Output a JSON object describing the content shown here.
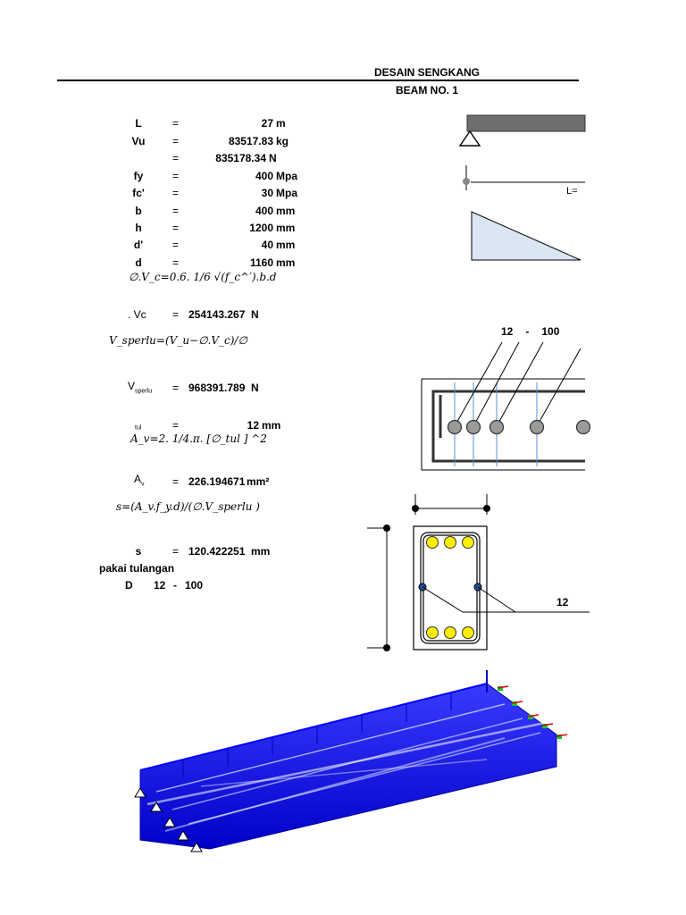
{
  "header": {
    "title": "DESAIN SENGKANG",
    "subtitle": "BEAM NO. 1"
  },
  "params": [
    {
      "label": "L",
      "eq": "=",
      "value": "27",
      "unit": "m"
    },
    {
      "label": "Vu",
      "eq": "=",
      "value": "83517.83",
      "unit": "kg"
    },
    {
      "label": "",
      "eq": "=",
      "value": "835178.34",
      "unit": "N"
    },
    {
      "label": "fy",
      "eq": "=",
      "value": "400",
      "unit": "Mpa"
    },
    {
      "label": "fc'",
      "eq": "=",
      "value": "30",
      "unit": "Mpa"
    },
    {
      "label": "b",
      "eq": "=",
      "value": "400",
      "unit": "mm"
    },
    {
      "label": "h",
      "eq": "=",
      "value": "1200",
      "unit": "mm"
    },
    {
      "label": "d'",
      "eq": "=",
      "value": "40",
      "unit": "mm"
    },
    {
      "label": "d",
      "eq": "=",
      "value": "1160",
      "unit": "mm"
    }
  ],
  "formulas": {
    "vc": "∅.V_c=0.6. 1/6 √(f_c^′).b.d",
    "vsperlu": "V_sperlu=(V_u−∅.V_c)/∅",
    "av": "A_v=2. 1/4.π. [∅_tul ] ^2",
    "s": "s=(A_v.f_y.d)/(∅.V_sperlu )"
  },
  "results": {
    "phivc": {
      "label": ". Vc",
      "glyph": "",
      "eq": "=",
      "value": "254143.267",
      "unit": "N"
    },
    "vsperlu": {
      "label": "V",
      "sub": "sperlu",
      "eq": "=",
      "value": "968391.789",
      "unit": "N"
    },
    "phitul": {
      "glyph": "",
      "sub": "tul",
      "eq": "=",
      "value": "12",
      "unit": "mm"
    },
    "av": {
      "label": "A",
      "sub": "v",
      "eq": "=",
      "value": "226.194671",
      "unit": "mm²"
    },
    "s": {
      "label": "s",
      "eq": "=",
      "value": "120.422251",
      "unit": "mm"
    }
  },
  "conclusion": {
    "text": "pakai tulangan",
    "bar": "D",
    "dia": "12",
    "dash": "-",
    "spacing": "100"
  },
  "diagram": {
    "length_label": "L=",
    "stirrup_glyph": "",
    "stirrup_dia": "12",
    "stirrup_dash": "-",
    "stirrup_spacing": "100",
    "section_glyph": "",
    "section_tie_glyph": "",
    "section_tie_dia": "12"
  },
  "colors": {
    "model_blue": "#1010e0",
    "rebar_yellow": "#ffee00",
    "beam_gray": "#6e6e6e",
    "shear_fill": "#dbe6f5",
    "rebar_gray": "#9a9a9a"
  }
}
